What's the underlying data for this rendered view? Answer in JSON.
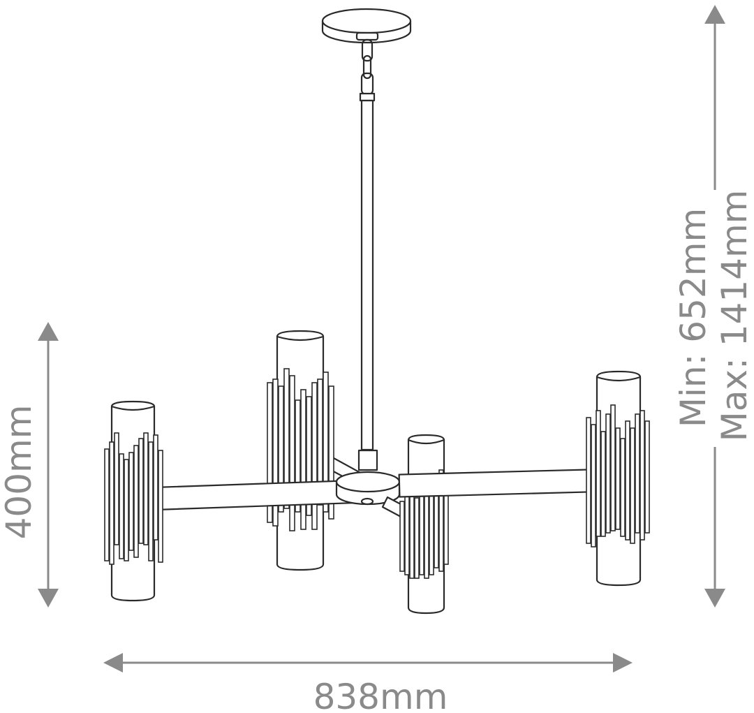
{
  "dimensions": {
    "width_label": "838mm",
    "height_label": "400mm",
    "drop_min_label": "Min: 652mm",
    "drop_max_label": "Max: 1414mm"
  },
  "colors": {
    "outline": "#2a2a2a",
    "dimension": "#8a8a8a",
    "background": "#ffffff"
  }
}
